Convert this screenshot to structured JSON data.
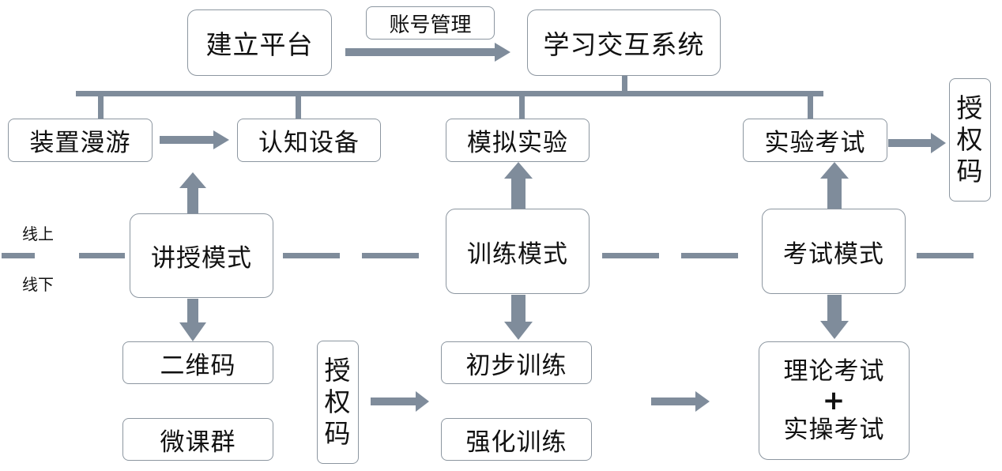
{
  "top": {
    "platform": "建立平台",
    "account": "账号管理",
    "system": "学习交互系统"
  },
  "row1": {
    "tour": "装置漫游",
    "recognize": "认知设备",
    "simulate": "模拟实验",
    "exam": "实验考试"
  },
  "auth_right": [
    "授",
    "权",
    "码"
  ],
  "modes": {
    "lecture": "讲授模式",
    "training": "训练模式",
    "exam": "考试模式"
  },
  "divider": {
    "online": "线上",
    "offline": "线下"
  },
  "bottom": {
    "qrcode": "二维码",
    "wechat_group": "微课群",
    "initial_training": "初步训练",
    "intensive_training": "强化训练",
    "theory_exam": "理论考试",
    "plus": "+",
    "practical_exam": "实操考试"
  },
  "auth_left": [
    "授",
    "权",
    "码"
  ],
  "colors": {
    "arrow": "#7f8c9b",
    "connector": "#7f8c9b",
    "border": "#8c96a0"
  }
}
